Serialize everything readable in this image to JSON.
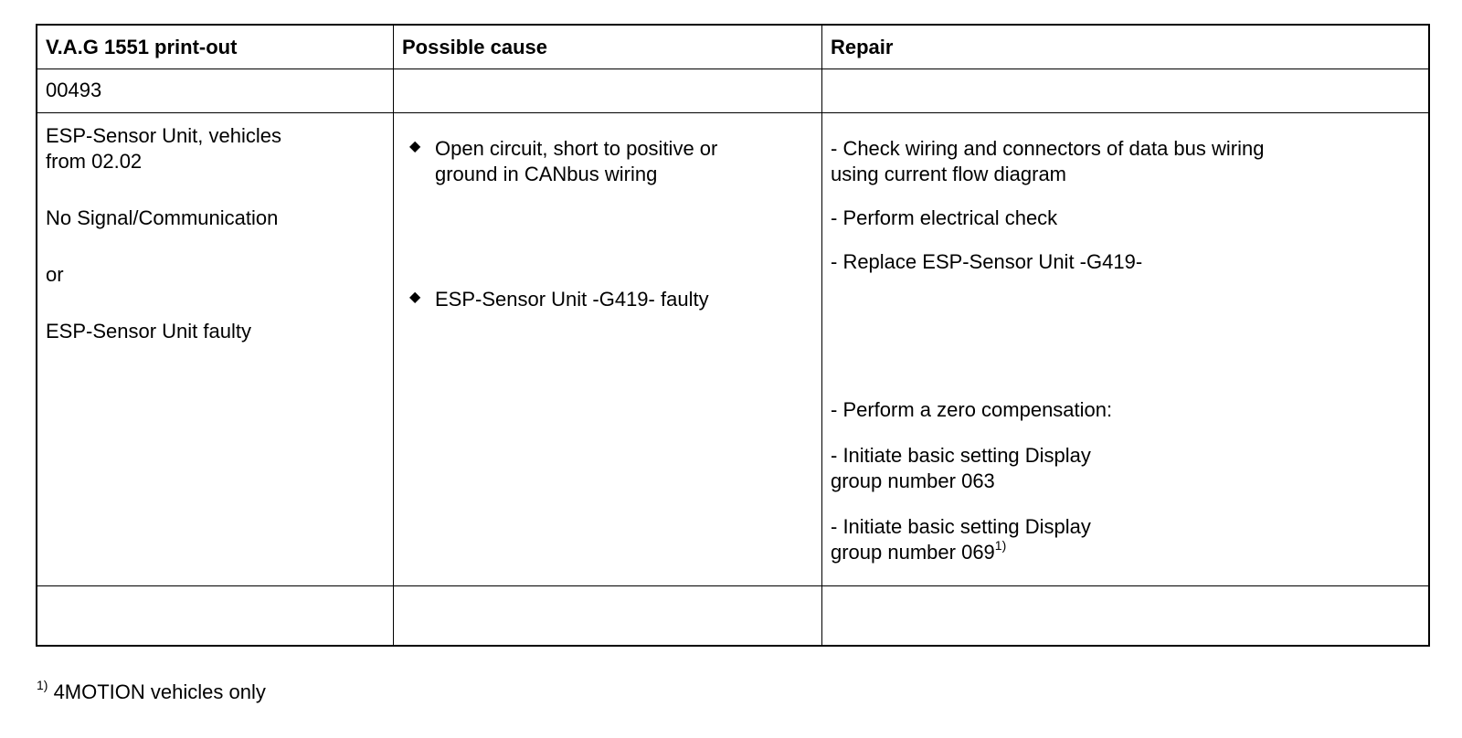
{
  "table": {
    "headers": [
      "V.A.G 1551 print-out",
      "Possible cause",
      "Repair"
    ],
    "code": "00493",
    "printout": {
      "line1": "ESP-Sensor Unit, vehicles",
      "line2": "from 02.02",
      "line3": "No Signal/Communication",
      "line4": "or",
      "line5": "ESP-Sensor Unit faulty"
    },
    "causes": {
      "cause1_line1": "Open circuit, short to positive or",
      "cause1_line2": "ground in CANbus wiring",
      "cause2": "ESP-Sensor Unit -G419- faulty"
    },
    "repair": {
      "r1_line1": "- Check wiring and connectors of data bus wiring",
      "r1_line2": "using current flow diagram",
      "r2": "- Perform electrical check",
      "r3": "- Replace ESP-Sensor Unit -G419-",
      "r4": "- Perform a zero compensation:",
      "r5_line1": "- Initiate basic setting Display",
      "r5_line2": "group number 063",
      "r6_line1": "- Initiate basic setting  Display",
      "r6_line2": "group number 069",
      "r6_sup": "1)"
    }
  },
  "footnote": {
    "marker": "1)",
    "text": " 4MOTION vehicles only"
  },
  "icons": {
    "bullet": "diamond-bullet-icon"
  }
}
